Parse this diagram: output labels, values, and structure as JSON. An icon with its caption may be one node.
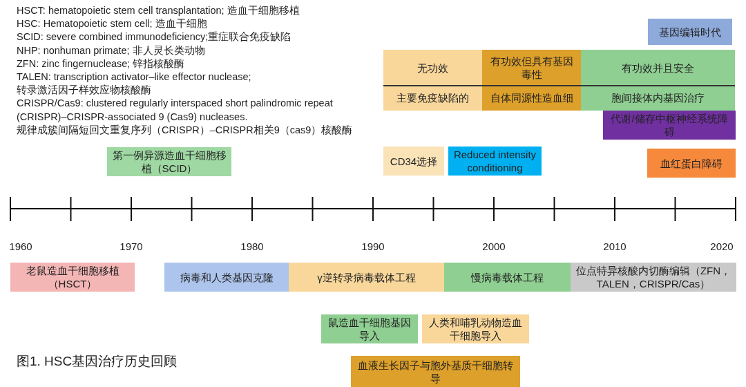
{
  "diagram": {
    "caption": "图1. HSC基因治疗历史回顾",
    "nodes": [
      {
        "text": [
          "基因编辑时代"
        ]
      },
      {
        "text": [
          "无功效",
          "主要免疫缺陷的"
        ]
      },
      {
        "text": [
          "有功效但具有基因毒性",
          "自体同源性造血细"
        ]
      },
      {
        "text": [
          "有功效并且安全",
          "胞间接体内基因治疗"
        ]
      },
      {
        "text": [
          "代谢/储存中枢神经系统障碍"
        ]
      },
      {
        "text": [
          "第一例异源造血干细胞移植（SCID）"
        ]
      },
      {
        "text": [
          "CD34选择"
        ]
      },
      {
        "text": [
          "Reduced intensity conditioning"
        ]
      },
      {
        "text": [
          "血红蛋白障碍"
        ]
      },
      {
        "text": [
          "老鼠造血干细胞移植（HSCT）"
        ]
      },
      {
        "text": [
          "病毒和人类基因克隆"
        ]
      },
      {
        "text": [
          "γ逆转录病毒载体工程"
        ]
      },
      {
        "text": [
          "慢病毒载体工程"
        ]
      },
      {
        "text": [
          "位点特异核酸内切酶编辑（ZFN，TALEN，CRISPR/Cas）"
        ]
      },
      {
        "text": [
          "鼠造血干细胞基因导入"
        ]
      },
      {
        "text": [
          "人类和哺乳动物造血干细胞导入"
        ]
      },
      {
        "text": [
          "血液生长因子与胞外基质干细胞转导"
        ]
      }
    ],
    "labels": [
      "HSCT: hematopoietic stem cell transplantation; 造血干细胞移植",
      "HSC: Hematopoietic stem cell; 造血干细胞",
      "SCID: severe combined immunodeficiency;重症联合免疫缺陷",
      "NHP: nonhuman primate; 非人灵长类动物",
      "ZFN: zinc fingernuclease; 锌指核酸酶",
      "TALEN: transcription activator–like effector nuclease;",
      "转录激活因子样效应物核酸酶",
      "CRISPR/Cas9: clustered regularly interspaced short palindromic repeat",
      "(CRISPR)–CRISPR-associated 9 (Cas9) nucleases.",
      "规律成簇间隔短回文重复序列（CRISPR）–CRISPR相关9（cas9）核酸酶",
      "1960",
      "1970",
      "1980",
      "1990",
      "2000",
      "2010",
      "2020"
    ]
  }
}
